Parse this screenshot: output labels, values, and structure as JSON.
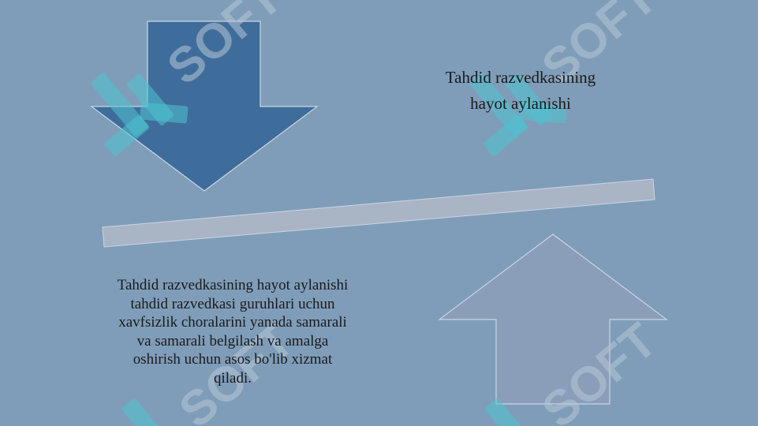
{
  "diagram": {
    "top_caption_lines": [
      "Tahdid razvedkasining",
      "hayot aylanishi"
    ],
    "bottom_caption_lines": [
      "Tahdid razvedkasining hayot aylanishi",
      "tahdid razvedkasi guruhlari uchun",
      "xavfsizlik choralarini yanada samarali",
      "va samarali belgilash va amalga",
      "oshirish uchun asos bo'lib xizmat",
      "qiladi."
    ]
  },
  "watermark": {
    "text": "SOFT",
    "logo": "jk-sofft-logo"
  },
  "colors": {
    "background": "#7f9db9",
    "down_arrow": "#3f6d9b",
    "up_arrow": "#8a9db9",
    "balance_bar": "#a9b4c5",
    "watermark": "#4fc3d0"
  }
}
